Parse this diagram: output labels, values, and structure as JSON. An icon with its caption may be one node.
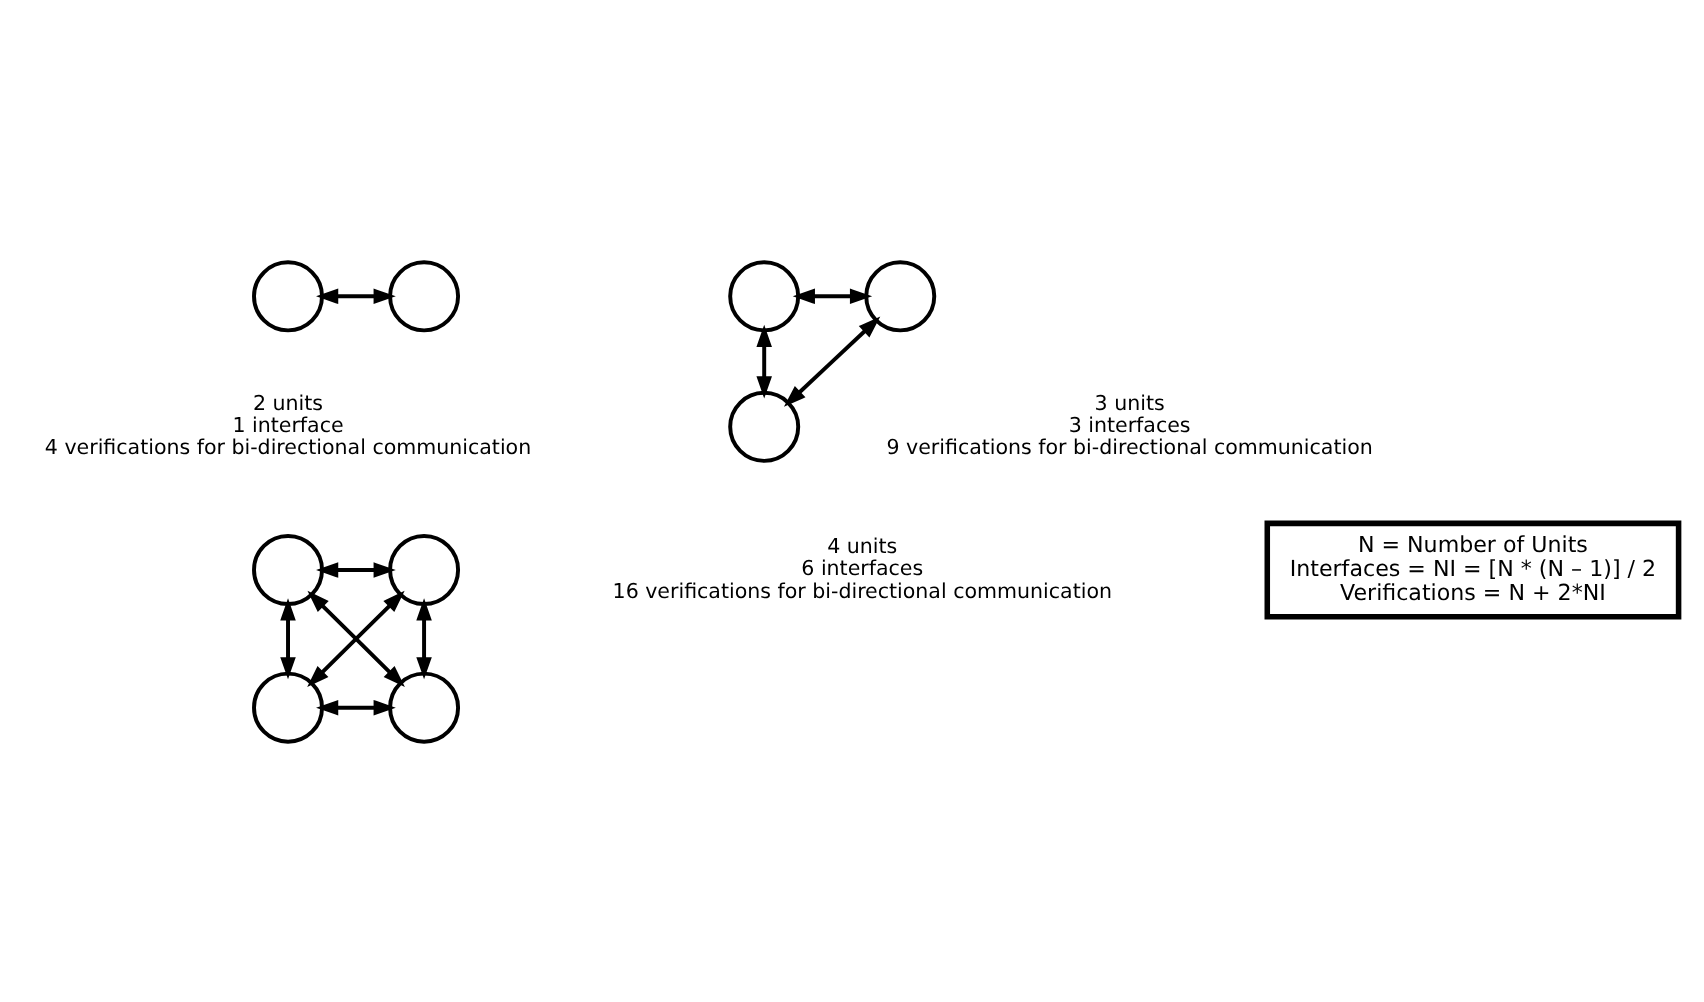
{
  "diagram": {
    "nodes": [
      {
        "text": [],
        "shape": "circle"
      },
      {
        "text": [],
        "shape": "circle"
      },
      {
        "text": [],
        "shape": "circle"
      },
      {
        "text": [],
        "shape": "circle"
      },
      {
        "text": [],
        "shape": "circle"
      },
      {
        "text": [],
        "shape": "circle"
      },
      {
        "text": [],
        "shape": "circle"
      },
      {
        "text": [],
        "shape": "circle"
      },
      {
        "text": [],
        "shape": "circle"
      },
      {
        "text": [
          "N = Number of Units",
          "Interfaces = NI = [N * (N – 1)] / 2",
          "Verifications = N + 2*NI"
        ]
      }
    ],
    "edges": [
      {
        "from": 0,
        "to": 1,
        "arrow": "both"
      },
      {
        "from": 2,
        "to": 3,
        "arrow": "both"
      },
      {
        "from": 3,
        "to": 4,
        "arrow": "both"
      },
      {
        "from": 2,
        "to": 4,
        "arrow": "both"
      },
      {
        "from": 5,
        "to": 6,
        "arrow": "both"
      },
      {
        "from": 5,
        "to": 7,
        "arrow": "both"
      },
      {
        "from": 6,
        "to": 8,
        "arrow": "both"
      },
      {
        "from": 5,
        "to": 8,
        "arrow": "both"
      },
      {
        "from": 6,
        "to": 7,
        "arrow": "both"
      },
      {
        "from": 7,
        "to": 8,
        "arrow": "both"
      }
    ],
    "labels": [
      "2 units",
      "1 interface",
      "4 verifications for bi-directional communication",
      "3 units",
      "3 interfaces",
      "9 verifications for bi-directional communication",
      "4 units",
      "6 interfaces",
      "16 verifications for bi-directional communication"
    ]
  }
}
